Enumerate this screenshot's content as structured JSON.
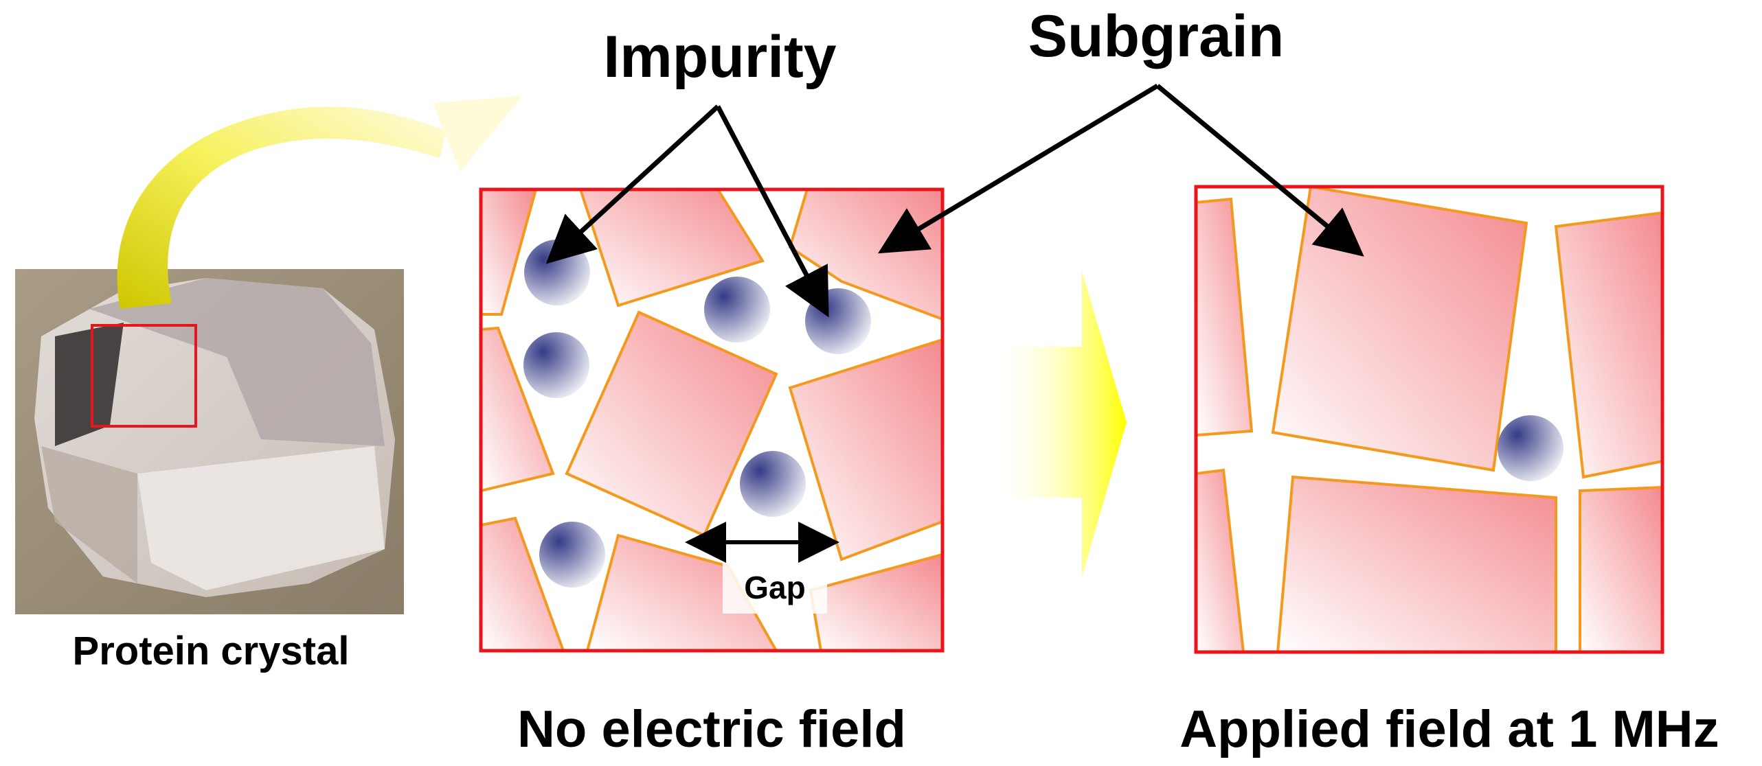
{
  "labels": {
    "impurity": "Impurity",
    "subgrain": "Subgrain",
    "gap": "Gap",
    "protein_crystal": "Protein crystal",
    "no_field": "No electric field",
    "applied_field": "Applied field at 1 MHz"
  },
  "colors": {
    "frame": "#e8161b",
    "grain_stroke": "#f39a1e",
    "grain_fill": "#f48a8f",
    "impurity_fill": "#353b86",
    "highlight_arrow": "#ffff00",
    "crystal_bg": "#a89c86"
  },
  "icons": [
    "curved-arrow-icon",
    "right-arrow-icon",
    "double-arrow-icon"
  ]
}
